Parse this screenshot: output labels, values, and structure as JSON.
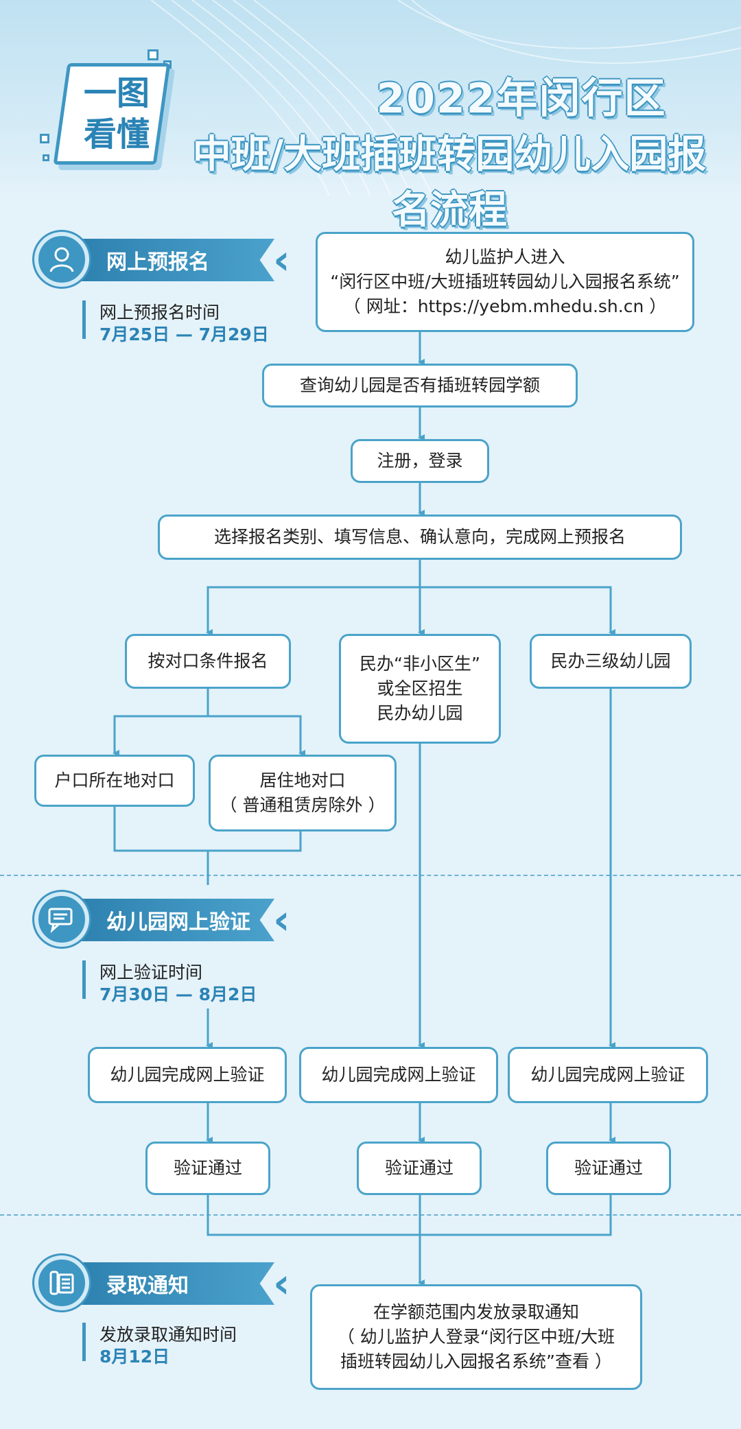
{
  "header": {
    "badge_line1": "一图",
    "badge_line2": "看懂",
    "title_line1": "2022年闵行区",
    "title_line2": "中班/大班插班转园幼儿入园报名流程"
  },
  "sections": {
    "prereg": {
      "title": "网上预报名",
      "time_label": "网上预报名时间",
      "time_value": "7月25日 — 7月29日"
    },
    "verify": {
      "title": "幼儿园网上验证",
      "time_label": "网上验证时间",
      "time_value": "7月30日 — 8月2日"
    },
    "notice": {
      "title": "录取通知",
      "time_label": "发放录取通知时间",
      "time_value": "8月12日"
    }
  },
  "flow": {
    "enter": {
      "line1": "幼儿监护人进入",
      "line2": "“闵行区中班/大班插班转园幼儿入园报名系统”",
      "line3": "（ 网址：https://yebm.mhedu.sh.cn ）"
    },
    "query": "查询幼儿园是否有插班转园学额",
    "register": "注册，登录",
    "select": "选择报名类别、填写信息、确认意向，完成网上预报名",
    "branch_a": "按对口条件报名",
    "branch_b": {
      "line1": "民办“非小区生”",
      "line2": "或全区招生",
      "line3": "民办幼儿园"
    },
    "branch_c": "民办三级幼儿园",
    "sub_a1": "户口所在地对口",
    "sub_a2": {
      "line1": "居住地对口",
      "line2": "（ 普通租赁房除外 ）"
    },
    "verify_complete": [
      "幼儿园完成网上验证",
      "幼儿园完成网上验证",
      "幼儿园完成网上验证"
    ],
    "verify_pass": [
      "验证通过",
      "验证通过",
      "验证通过"
    ],
    "final": {
      "line1": "在学额范围内发放录取通知",
      "line2": "（ 幼儿监护人登录“闵行区中班/大班",
      "line3": "插班转园幼儿入园报名系统”查看 ）"
    }
  },
  "colors": {
    "accent": "#3e96c2",
    "line": "#4aa3c9",
    "background": "#e4f2fa"
  },
  "icons": [
    "person-icon",
    "chat-icon",
    "phone-icon"
  ]
}
